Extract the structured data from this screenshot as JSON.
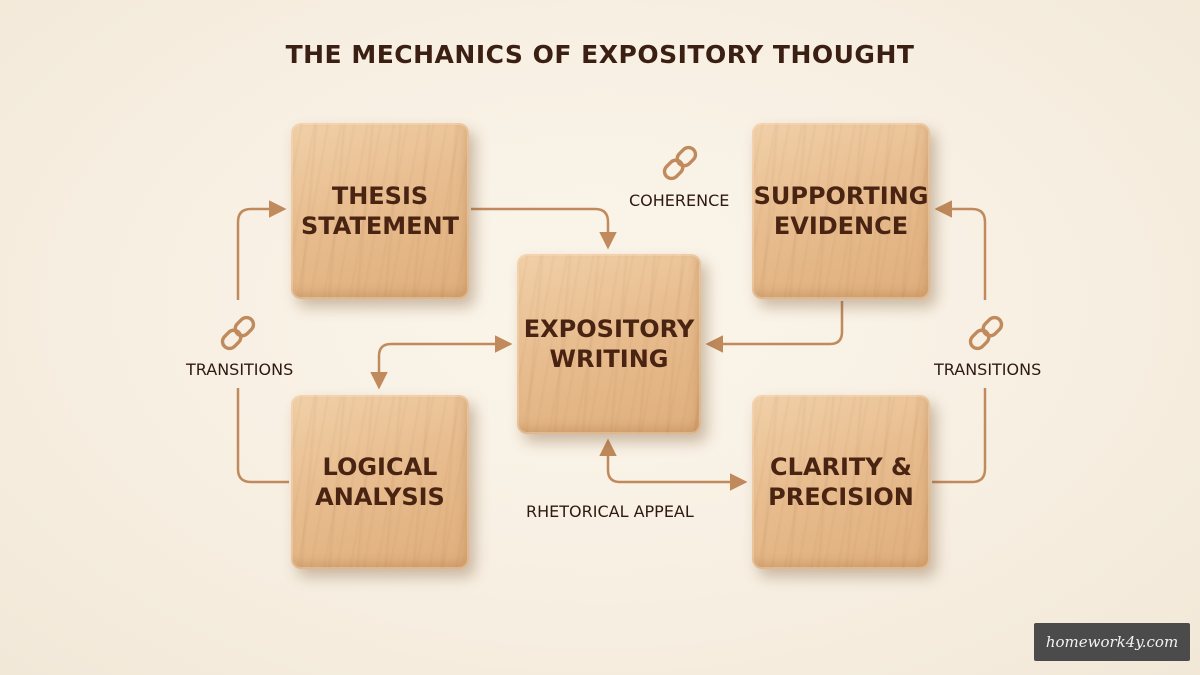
{
  "title": "THE MECHANICS OF EXPOSITORY THOUGHT",
  "blocks": {
    "center": {
      "line1": "EXPOSITORY",
      "line2": "WRITING"
    },
    "thesis": {
      "line1": "THESIS",
      "line2": "STATEMENT"
    },
    "evidence": {
      "line1": "SUPPORTING",
      "line2": "EVIDENCE"
    },
    "logical": {
      "line1": "LOGICAL",
      "line2": "ANALYSIS"
    },
    "clarity": {
      "line1": "CLARITY &",
      "line2": "PRECISION"
    }
  },
  "connector_labels": {
    "coherence": "COHERENCE",
    "transitions_left": "TRANSITIONS",
    "transitions_right": "TRANSITIONS",
    "rhetorical": "RHETORICAL APPEAL"
  },
  "icons": {
    "coherence": "link-icon",
    "transitions_left": "link-icon",
    "transitions_right": "link-icon"
  },
  "colors": {
    "connector": "#c08a5c",
    "text": "#4a2412",
    "watermark_bg": "#4b4b4b"
  },
  "watermark": "homework4y.com"
}
